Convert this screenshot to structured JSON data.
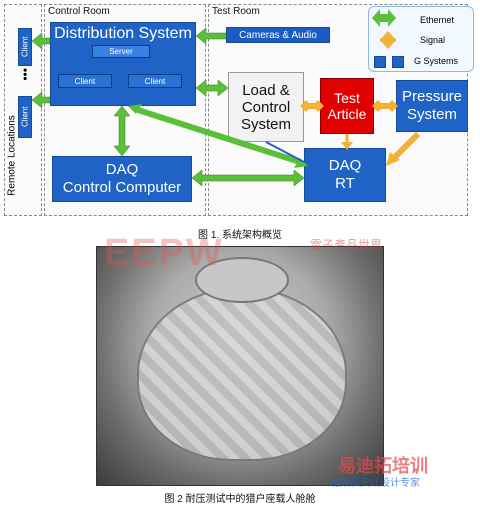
{
  "diagram": {
    "zones": {
      "remote_locations": "Remote Locations",
      "control_room": "Control Room",
      "test_room": "Test Room"
    },
    "blocks": {
      "clients_left": [
        "Client",
        "Client"
      ],
      "distribution_system": "Distribution System",
      "server": "Server",
      "client_inner_1": "Client",
      "client_inner_2": "Client",
      "daq_control_line1": "DAQ",
      "daq_control_line2": "Control Computer",
      "cameras_audio": "Cameras & Audio",
      "load_control_line1": "Load &",
      "load_control_line2": "Control",
      "load_control_line3": "System",
      "test_article_line1": "Test",
      "test_article_line2": "Article",
      "pressure_line1": "Pressure",
      "pressure_line2": "System",
      "daq_rt_line1": "DAQ",
      "daq_rt_line2": "RT"
    },
    "legend": {
      "ethernet": "Ethernet",
      "signal": "Signal",
      "g_systems": "G Systems"
    },
    "dots": "•••"
  },
  "captions": {
    "fig1": "图 1. 系统架构概览",
    "fig2": "图 2 耐压测试中的猎户座载人舱舱"
  },
  "watermarks": {
    "eepw": "EEPW",
    "eepw_cn": "電子產品世界",
    "brand": "易迪拓培训",
    "brand_sub": "射频和天线设计专家"
  },
  "colors": {
    "blue": "#1f63c6",
    "green": "#5bbf3a",
    "yellow": "#f2b233",
    "red": "#e00000"
  }
}
